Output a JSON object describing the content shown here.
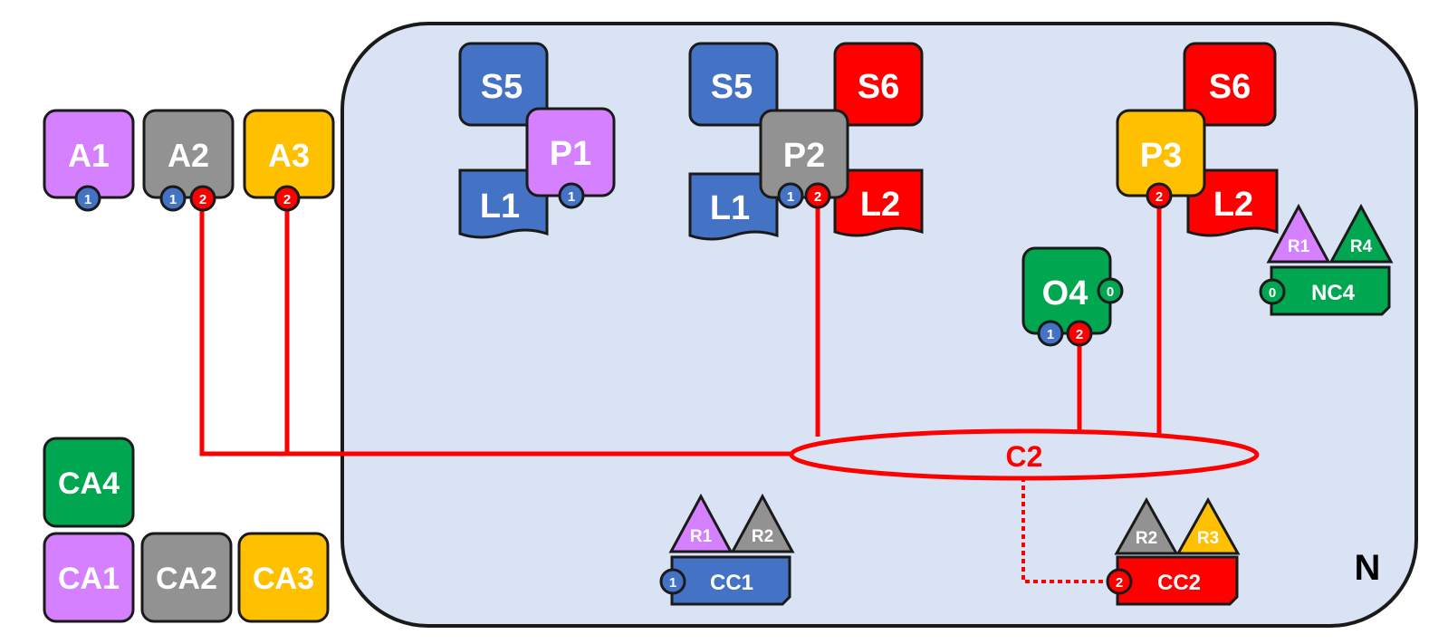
{
  "colors": {
    "purple": "#d580ff",
    "gray": "#929292",
    "orange": "#ffc000",
    "blue": "#4472c4",
    "red": "#ff0000",
    "green": "#00a650",
    "network_fill": "#dae3f3",
    "stroke": "#1a1a1a"
  },
  "network": {
    "label": "N"
  },
  "channel": {
    "label": "C2"
  },
  "actors": {
    "a1": "A1",
    "a2": "A2",
    "a3": "A3"
  },
  "certificate_authorities": {
    "ca1": "CA1",
    "ca2": "CA2",
    "ca3": "CA3",
    "ca4": "CA4"
  },
  "peers": {
    "p1": "P1",
    "p2": "P2",
    "p3": "P3"
  },
  "orderer": {
    "o4": "O4"
  },
  "smart_contracts": {
    "s5": "S5",
    "s6": "S6"
  },
  "ledgers": {
    "l1": "L1",
    "l2": "L2"
  },
  "configurations": {
    "nc4": "NC4",
    "cc1": "CC1",
    "cc2": "CC2"
  },
  "roles": {
    "r1": "R1",
    "r2": "R2",
    "r3": "R3",
    "r4": "R4"
  },
  "badges": {
    "zero": "0",
    "one": "1",
    "two": "2"
  }
}
